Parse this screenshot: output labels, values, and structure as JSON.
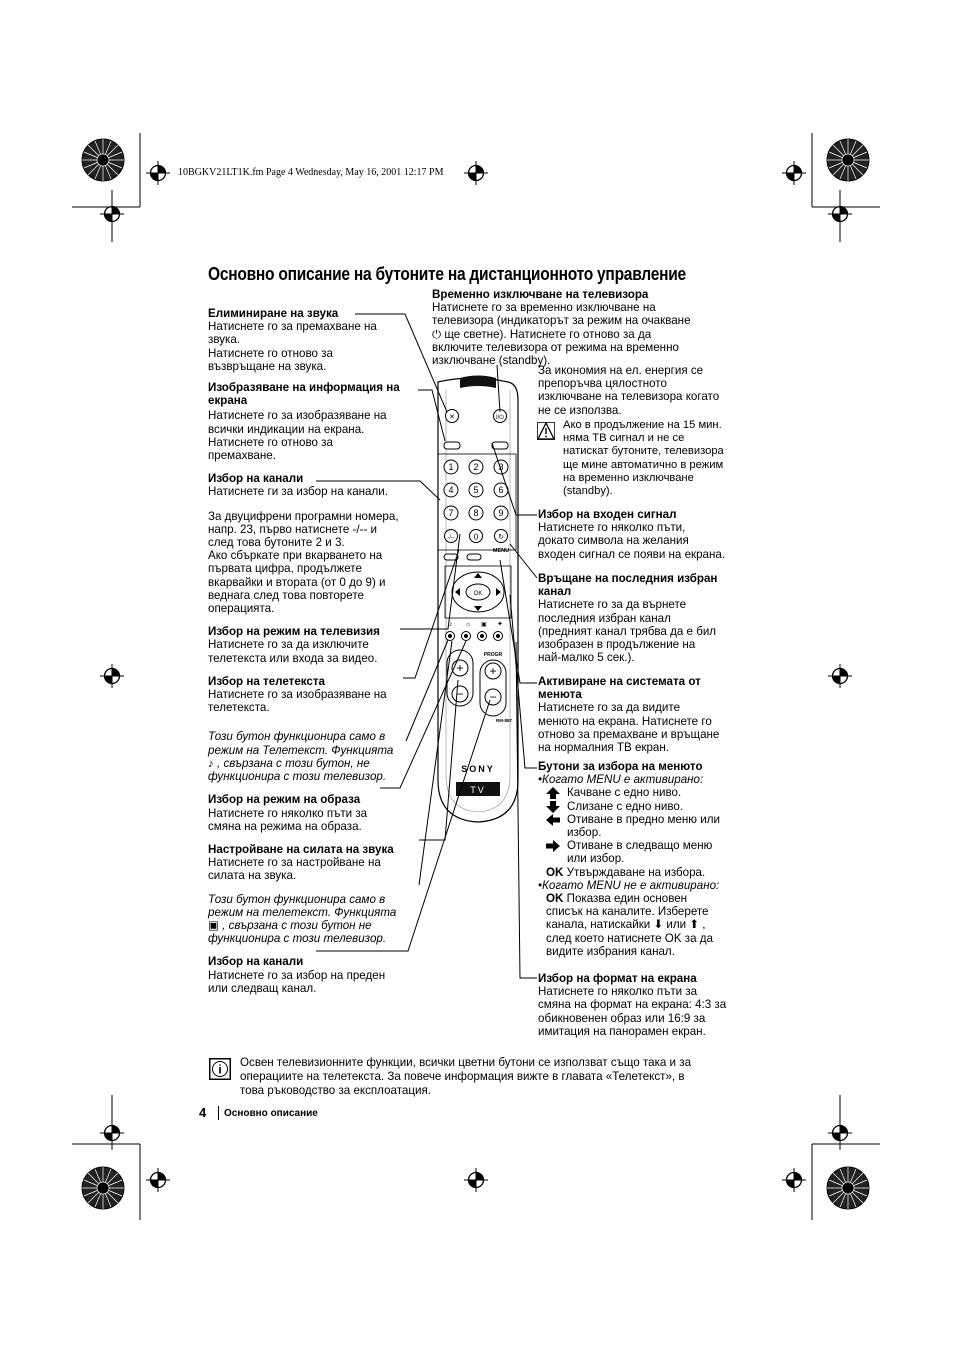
{
  "file_header": "10BGKV21LT1K.fm  Page 4  Wednesday, May 16, 2001  12:17 PM",
  "title": "Основно описание на бутоните на дистанционното управление",
  "left": [
    {
      "head": "Елиминиране на звука",
      "lines": [
        "Натиснете го за премахване на",
        "звука.",
        "Натиснете го отново за",
        "възвръщане на звука."
      ]
    },
    {
      "head_lines": [
        "Изобразяване на информация на",
        "екрана"
      ],
      "lines": [
        "Натиснете го за  изобразяване на",
        "всички индикации на екрана.",
        "Натиснете го отново за",
        "премахване."
      ]
    },
    {
      "head": "Избор на канали",
      "lines": [
        "Натиснете ги за избор на канали."
      ]
    },
    {
      "lines": [
        "За двуцифрени програмни номера,",
        "напр. 23, първо натиснете  -/--  и",
        "след това бутоните 2 и 3.",
        "Ако сбъркате при вкарването на",
        "първата цифра, продължете",
        "вкарвайки и втората (от 0 до 9) и",
        "веднага след това повторете",
        "операцията."
      ]
    },
    {
      "head": "Избор на режим на телевизия",
      "lines": [
        "Натиснете го за да изключите",
        "телетекста или входа за видео."
      ]
    },
    {
      "head": "Избор на телетекста",
      "lines": [
        "Натиснете го за изобразяване на",
        "телетекста."
      ]
    },
    {
      "italic_lines": [
        "Този бутон функционира само в",
        "режим на Телетекст. Функцията",
        "♪ , свързана с този бутон, не",
        "функционира с този телевизор."
      ]
    },
    {
      "head": "Избор на режим на образа",
      "lines": [
        "Натиснете го няколко пъти за",
        "смяна на режима на образа."
      ]
    },
    {
      "head": "Настройване на силата на звука",
      "lines": [
        "Натиснете го за настройване на",
        "силата на звука."
      ]
    },
    {
      "italic_lines": [
        "Този бутон функционира само в",
        "режим на телетекст. Функцията",
        "▣ , свързана с този бутон не",
        "функционира с този телевизор."
      ]
    },
    {
      "head": "Избор на канали",
      "lines": [
        "Натиснете го за  избор на преден",
        "или следващ канал."
      ]
    }
  ],
  "top_center": {
    "head": "Временно изключване на телевизора",
    "lines": [
      "Натиснете го за временно изключване на",
      "телевизора (индикаторът за режим на очакване",
      "⏻ ще светне). Натиснете го отново за да",
      "включите телевизора от режима на временно",
      "изключване (standby)."
    ],
    "italic_lines": [
      "За икономия на ел. енергия се",
      "препоръчва цялостното",
      "изключване на телевизора когато",
      "не се използва."
    ],
    "warn_lines": [
      "Ако в продължение на 15 мин.",
      "няма ТВ сигнал и не се",
      "натискат бутоните, телевизора",
      "ще мине автоматично в режим",
      "на временно изключване",
      "(standby)."
    ]
  },
  "right": [
    {
      "head": "Избор на входен сигнал",
      "lines": [
        "Натиснете го няколко пъти,",
        "докато символа на желания",
        "входен сигнал се появи на екрана."
      ]
    },
    {
      "head_lines": [
        "Връщане на последния избран",
        "канал"
      ],
      "lines": [
        "Натиснете го за да върнете",
        "последния избран канал",
        "(предният канал трябва да е бил",
        "изобразен в продължение на",
        "най-малко 5 сек.)."
      ]
    },
    {
      "head_lines": [
        "Активиране на системата от",
        "менюта"
      ],
      "lines": [
        "Натиснете го за да видите",
        "менюто на екрана. Натиснете го",
        "отново за премахване и връщане",
        "на нормалния ТВ екран."
      ]
    }
  ],
  "menu_nav": {
    "head": "Бутони за избора на менюто",
    "active": "•Когато MENU е активирано:",
    "items": [
      {
        "icon": "arrow-up-icon",
        "text": [
          "Качване с едно ниво."
        ]
      },
      {
        "icon": "arrow-down-icon",
        "text": [
          "Слизане с едно ниво."
        ]
      },
      {
        "icon": "arrow-left-icon",
        "text": [
          "Отиване в предно меню или",
          "избор."
        ]
      },
      {
        "icon": "arrow-right-icon",
        "text": [
          "Отиване в следващо меню",
          "или избор."
        ]
      }
    ],
    "ok_label": "OK",
    "ok_text": " Утвърждаване на избора.",
    "inactive": "•Когато MENU не е активирано:",
    "inactive_ok": "OK",
    "inactive_text1": " Показва един основен",
    "inactive_lines": [
      "списък на каналите. Изберете",
      "канала, натискайки ⬇ или ⬆ ,",
      "след което натиснете OK за да",
      "видите избрания канал."
    ]
  },
  "format": {
    "head": "Избор на формат на екрана",
    "lines": [
      "Натиснете го няколко пъти за",
      "смяна на формат на екрана: 4:3 за",
      "обикновенен образ или 16:9 за",
      "имитация на панорамен екран."
    ]
  },
  "info_note": [
    "Освен телевизионните функции, всички цветни бутони се използват също така и за",
    "операциите на телетекста. За повече информация вижте в главата «Телетекст», в",
    "това ръководство за експлоатация."
  ],
  "footer": {
    "page": "4",
    "label": "Основно описание"
  },
  "remote": {
    "digits": [
      "1",
      "2",
      "3",
      "4",
      "5",
      "6",
      "7",
      "8",
      "9",
      "0"
    ],
    "dash": "-/--",
    "ok": "OK",
    "menu": "MENU",
    "progr": "PROGR",
    "model": "RM-887",
    "brand": "SONY",
    "tv": "TV"
  }
}
